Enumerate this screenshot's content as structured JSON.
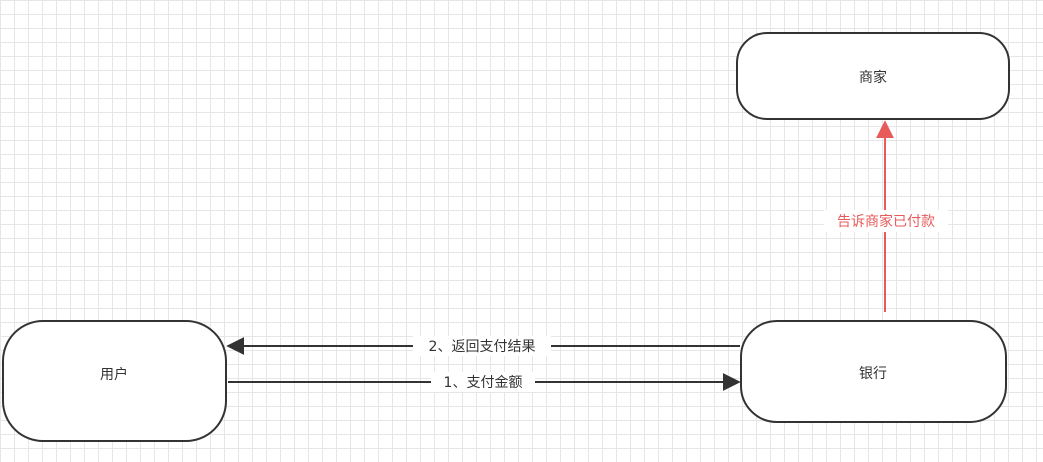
{
  "diagram": {
    "nodes": {
      "merchant": {
        "label": "商家"
      },
      "user": {
        "label": "用户"
      },
      "bank": {
        "label": "银行"
      }
    },
    "edges": {
      "return_result": {
        "label": "2、返回支付结果",
        "from": "银行",
        "to": "用户"
      },
      "pay_amount": {
        "label": "1、支付金额",
        "from": "用户",
        "to": "银行"
      },
      "notify_merchant": {
        "label": "告诉商家已付款",
        "from": "银行",
        "to": "商家",
        "color": "#e85b5b"
      }
    },
    "colors": {
      "stroke": "#333333",
      "highlight": "#e85b5b",
      "grid": "#e6e6e6"
    }
  }
}
